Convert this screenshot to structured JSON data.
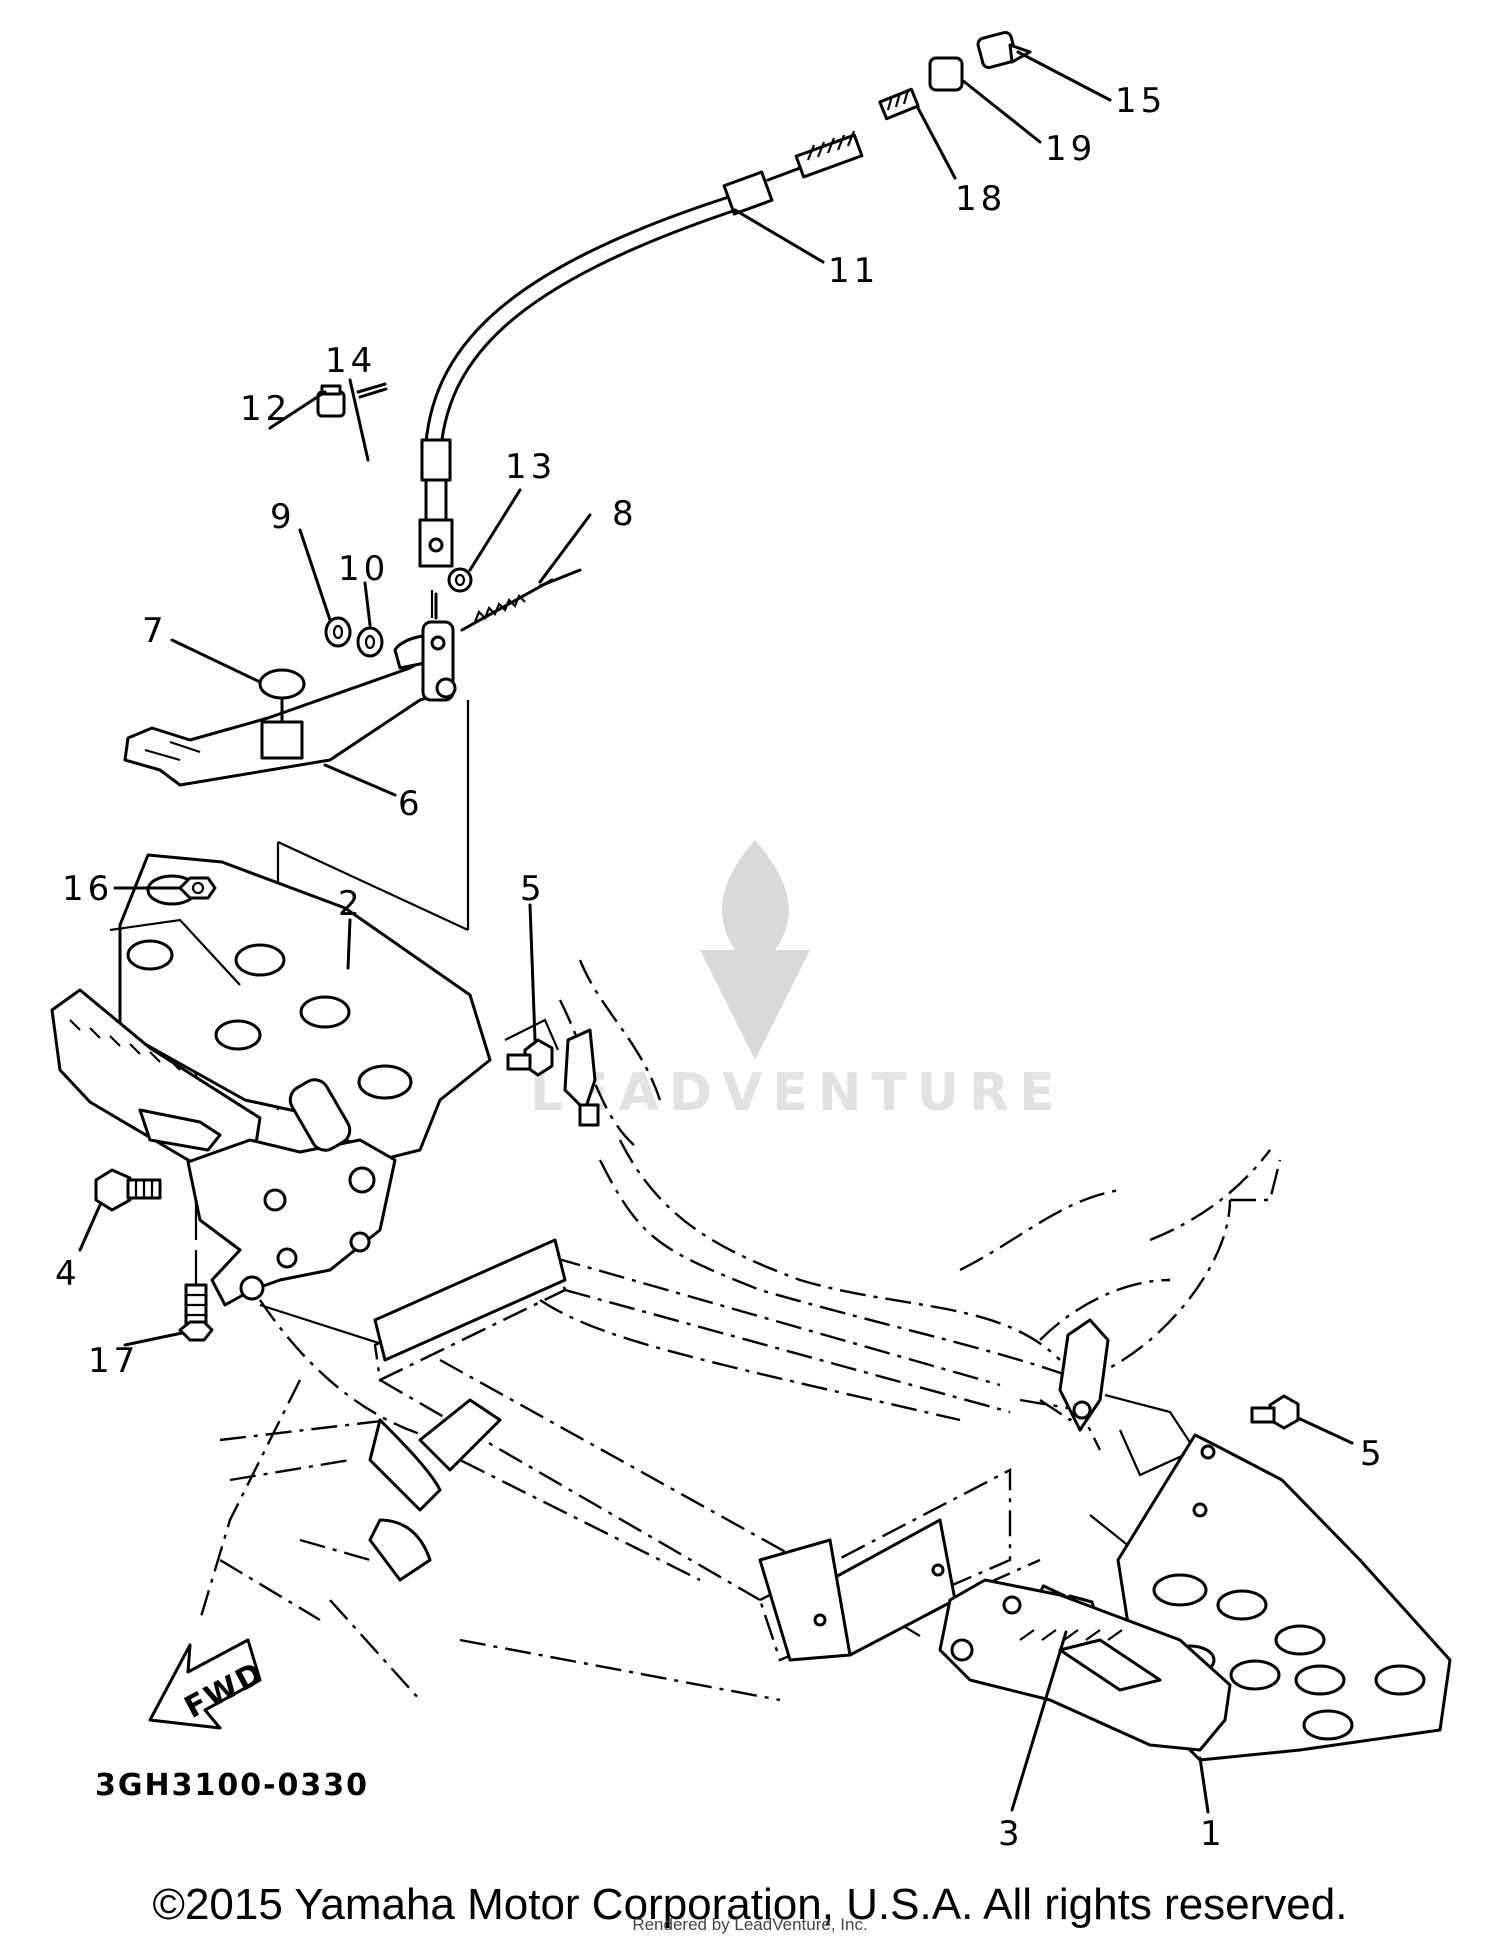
{
  "watermark": {
    "text": "LEADVENTURE",
    "logo_icon": "flame-v-logo-icon"
  },
  "diagram_code": "3GH3100-0330",
  "fwd_label": "FWD",
  "callouts": [
    "1",
    "2",
    "3",
    "4",
    "5",
    "5",
    "6",
    "7",
    "8",
    "9",
    "10",
    "11",
    "12",
    "13",
    "14",
    "15",
    "16",
    "17",
    "18",
    "19"
  ],
  "footer": {
    "copyright": "©2015 Yamaha Motor Corporation, U.S.A. All rights reserved.",
    "rendered_by": "Rendered by LeadVenture, Inc."
  }
}
